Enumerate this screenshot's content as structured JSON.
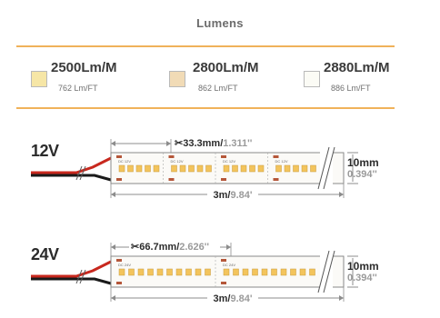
{
  "header": {
    "title": "Lumens"
  },
  "colors": {
    "accent": "#f0b25a",
    "cut_mark": "#b5573a",
    "led": "#f3c45c",
    "wire_red": "#c8281e",
    "wire_black": "#1a1a1a",
    "dim_gray": "#8c8c8c"
  },
  "swatches": [
    {
      "color": "#f6e6a6",
      "label": "2500Lm/M",
      "sub": "762 Lm/FT"
    },
    {
      "color": "#f1dbb6",
      "label": "2800Lm/M",
      "sub": "862 Lm/FT"
    },
    {
      "color": "#fbfbf5",
      "label": "2880Lm/M",
      "sub": "886 Lm/FT"
    }
  ],
  "strips": [
    {
      "voltage": "12V",
      "cut_value": "33.3mm/",
      "cut_imperial": "1.311''",
      "pcb_label": "DC 12V",
      "width_value": "10mm",
      "width_imperial": "0.394''",
      "length_value": "3m/",
      "length_imperial": "9.84'"
    },
    {
      "voltage": "24V",
      "cut_value": "66.7mm/",
      "cut_imperial": "2.626''",
      "pcb_label": "DC 24V",
      "width_value": "10mm",
      "width_imperial": "0.394''",
      "length_value": "3m/",
      "length_imperial": "9.84'"
    }
  ]
}
